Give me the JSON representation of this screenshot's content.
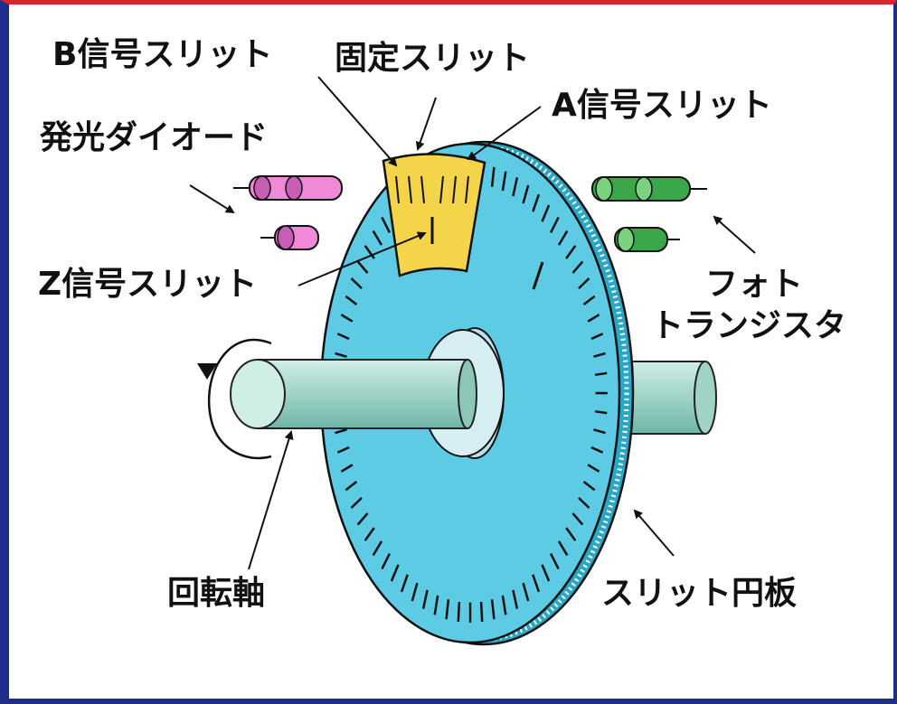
{
  "labels": {
    "b_signal_slit": "B信号スリット",
    "fixed_slit": "固定スリット",
    "a_signal_slit": "A信号スリット",
    "led": "発光ダイオード",
    "z_signal_slit": "Z信号スリット",
    "phototransistor_line1": "フォト",
    "phototransistor_line2": "トランジスタ",
    "rotation_shaft": "回転軸",
    "slit_disk": "スリット円板"
  },
  "colors": {
    "disk": "#5dcbe4",
    "disk_rim": "#2aa7c4",
    "shaft": "#a8d8cc",
    "fixed_slit": "#f4d54a",
    "led": "#f08ad8",
    "phototransistor": "#3aa84a",
    "frame_blue": "#1f2d8f",
    "frame_red": "#d8262c"
  }
}
